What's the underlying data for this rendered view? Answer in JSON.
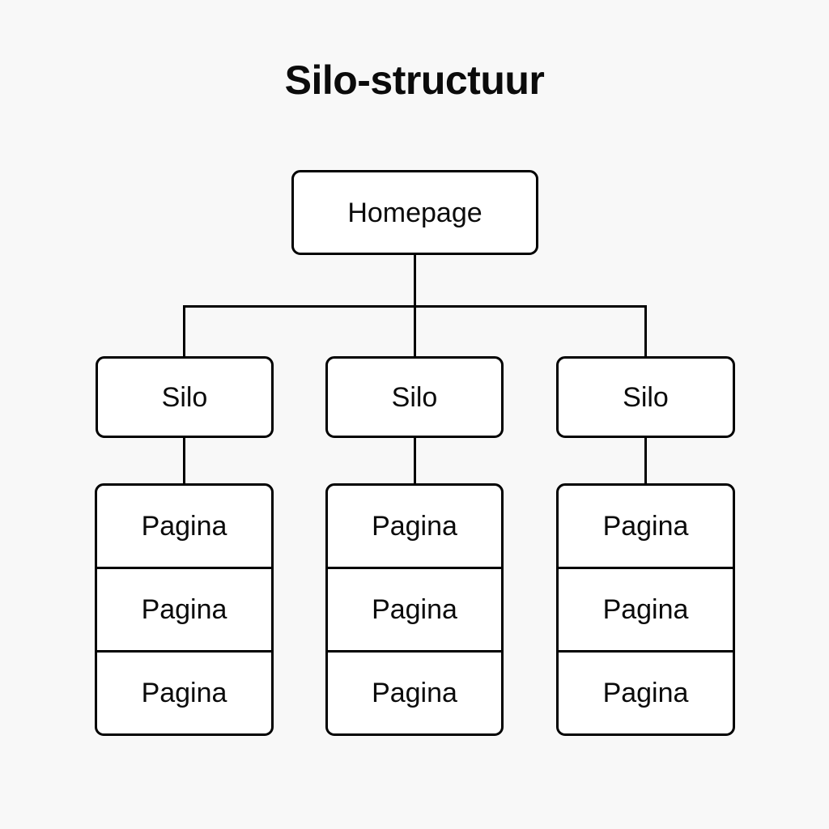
{
  "diagram": {
    "title": "Silo-structuur",
    "type": "tree-hierarchy",
    "colors": {
      "background": "#f8f8f8",
      "node_fill": "#ffffff",
      "stroke": "#000000",
      "text": "#0b0b0b"
    },
    "root": {
      "label": "Homepage"
    },
    "silos": [
      {
        "label": "Silo",
        "pages": [
          {
            "label": "Pagina"
          },
          {
            "label": "Pagina"
          },
          {
            "label": "Pagina"
          }
        ]
      },
      {
        "label": "Silo",
        "pages": [
          {
            "label": "Pagina"
          },
          {
            "label": "Pagina"
          },
          {
            "label": "Pagina"
          }
        ]
      },
      {
        "label": "Silo",
        "pages": [
          {
            "label": "Pagina"
          },
          {
            "label": "Pagina"
          },
          {
            "label": "Pagina"
          }
        ]
      }
    ]
  }
}
